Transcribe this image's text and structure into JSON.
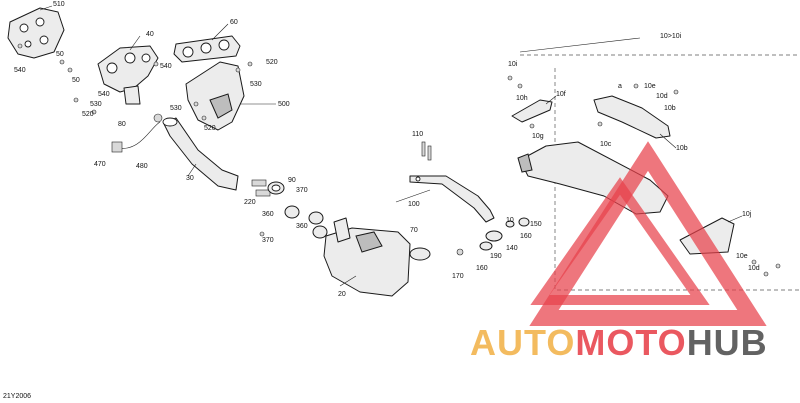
{
  "diagram": {
    "callouts": [
      {
        "id": "c510",
        "text": "510"
      },
      {
        "id": "c540a",
        "text": "540"
      },
      {
        "id": "c50a",
        "text": "50"
      },
      {
        "id": "c50b",
        "text": "50"
      },
      {
        "id": "c40",
        "text": "40"
      },
      {
        "id": "c60",
        "text": "60"
      },
      {
        "id": "c540b",
        "text": "540"
      },
      {
        "id": "c520",
        "text": "520"
      },
      {
        "id": "c530a",
        "text": "530"
      },
      {
        "id": "c540c",
        "text": "540"
      },
      {
        "id": "c530b",
        "text": "530"
      },
      {
        "id": "c520b",
        "text": "520"
      },
      {
        "id": "c530c",
        "text": "530"
      },
      {
        "id": "c500",
        "text": "500"
      },
      {
        "id": "c520c",
        "text": "520"
      },
      {
        "id": "c80",
        "text": "80"
      },
      {
        "id": "c470",
        "text": "470"
      },
      {
        "id": "c480",
        "text": "480"
      },
      {
        "id": "c30",
        "text": "30"
      },
      {
        "id": "c90",
        "text": "90"
      },
      {
        "id": "c220",
        "text": "220"
      },
      {
        "id": "c370a",
        "text": "370"
      },
      {
        "id": "c360a",
        "text": "360"
      },
      {
        "id": "c360b",
        "text": "360"
      },
      {
        "id": "c370b",
        "text": "370"
      },
      {
        "id": "c70",
        "text": "70"
      },
      {
        "id": "c20",
        "text": "20"
      },
      {
        "id": "c170",
        "text": "170"
      },
      {
        "id": "c110",
        "text": "110"
      },
      {
        "id": "c100",
        "text": "100"
      },
      {
        "id": "c150",
        "text": "150"
      },
      {
        "id": "c140",
        "text": "140"
      },
      {
        "id": "c190",
        "text": "190"
      },
      {
        "id": "c160a",
        "text": "160"
      },
      {
        "id": "c160b",
        "text": "160"
      },
      {
        "id": "c10g10i",
        "text": "10>10i"
      },
      {
        "id": "c10i",
        "text": "10i"
      },
      {
        "id": "c10h",
        "text": "10h"
      },
      {
        "id": "c10f",
        "text": "10f"
      },
      {
        "id": "c10e",
        "text": "10e"
      },
      {
        "id": "c10d",
        "text": "10d"
      },
      {
        "id": "c10b",
        "text": "10b"
      },
      {
        "id": "c10a",
        "text": "a"
      },
      {
        "id": "c10g",
        "text": "10g"
      },
      {
        "id": "c10c",
        "text": "10c"
      },
      {
        "id": "c10b2",
        "text": "10b"
      },
      {
        "id": "c10",
        "text": "10"
      },
      {
        "id": "c10j",
        "text": "10j"
      },
      {
        "id": "c10e2",
        "text": "10e"
      },
      {
        "id": "c10d2",
        "text": "10d"
      }
    ],
    "reference_code": "21Y2006"
  },
  "watermark": {
    "part1": "AUTO",
    "part2": "MOTO",
    "part3": "HUB",
    "colors": {
      "auto": "#f2b24a",
      "moto": "#e8414b",
      "hub": "#4d4d4d"
    }
  }
}
